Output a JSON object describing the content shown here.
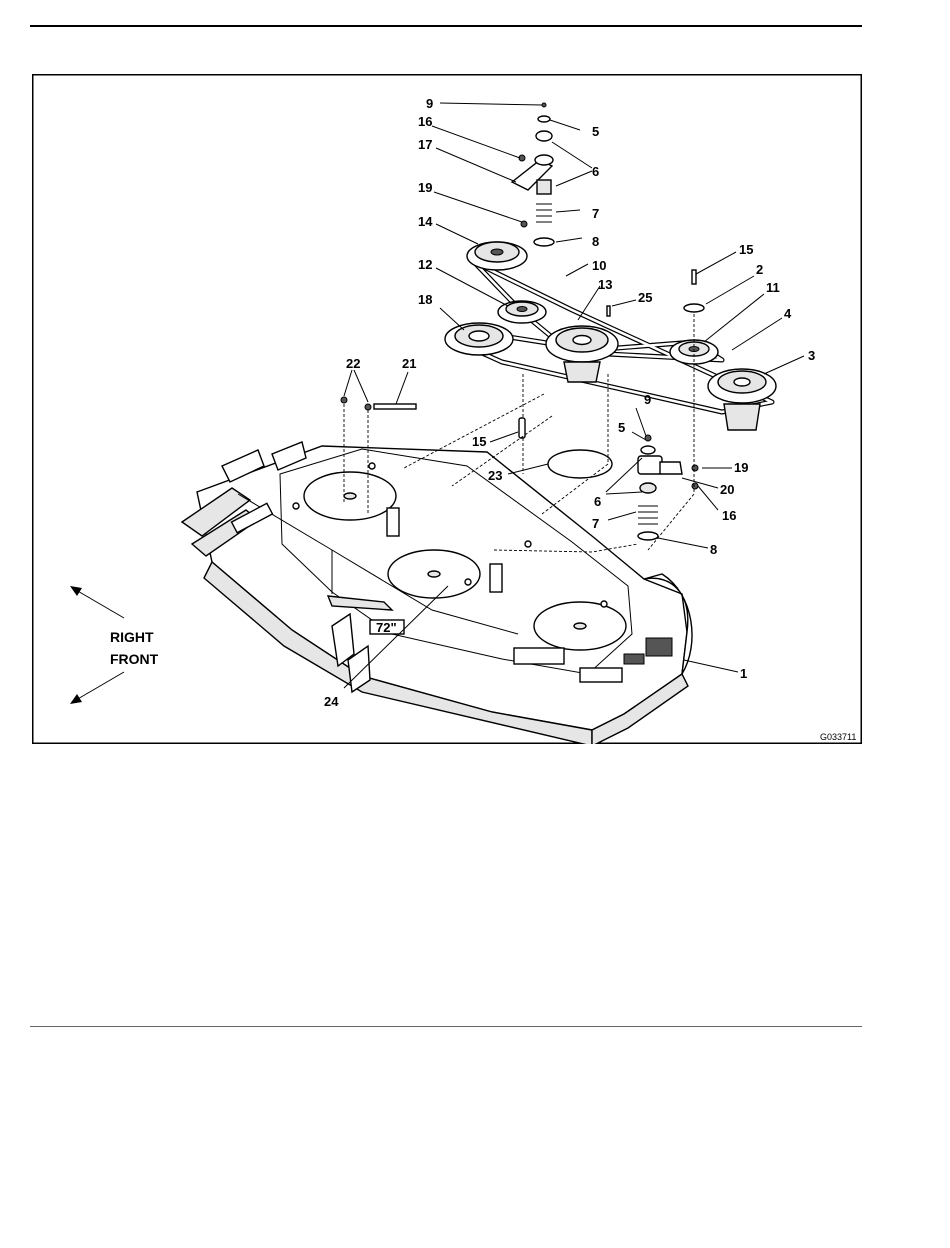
{
  "figure": {
    "id_label": "G033711",
    "direction": {
      "right": "RIGHT",
      "front": "FRONT"
    },
    "callouts": {
      "c9a": "9",
      "c5a": "5",
      "c16a": "16",
      "c6a": "6",
      "c17": "17",
      "c19a": "19",
      "c7a": "7",
      "c14": "14",
      "c8a": "8",
      "c12": "12",
      "c10": "10",
      "c15a": "15",
      "c2": "2",
      "c13": "13",
      "c25": "25",
      "c11": "11",
      "c18": "18",
      "c4": "4",
      "c3": "3",
      "c22": "22",
      "c21": "21",
      "c9b": "9",
      "c5b": "5",
      "c15b": "15",
      "c19b": "19",
      "c23": "23",
      "c20": "20",
      "c6b": "6",
      "c16b": "16",
      "c7b": "7",
      "c8b": "8",
      "c1": "1",
      "c24": "24"
    },
    "deck_badge": "72\""
  }
}
